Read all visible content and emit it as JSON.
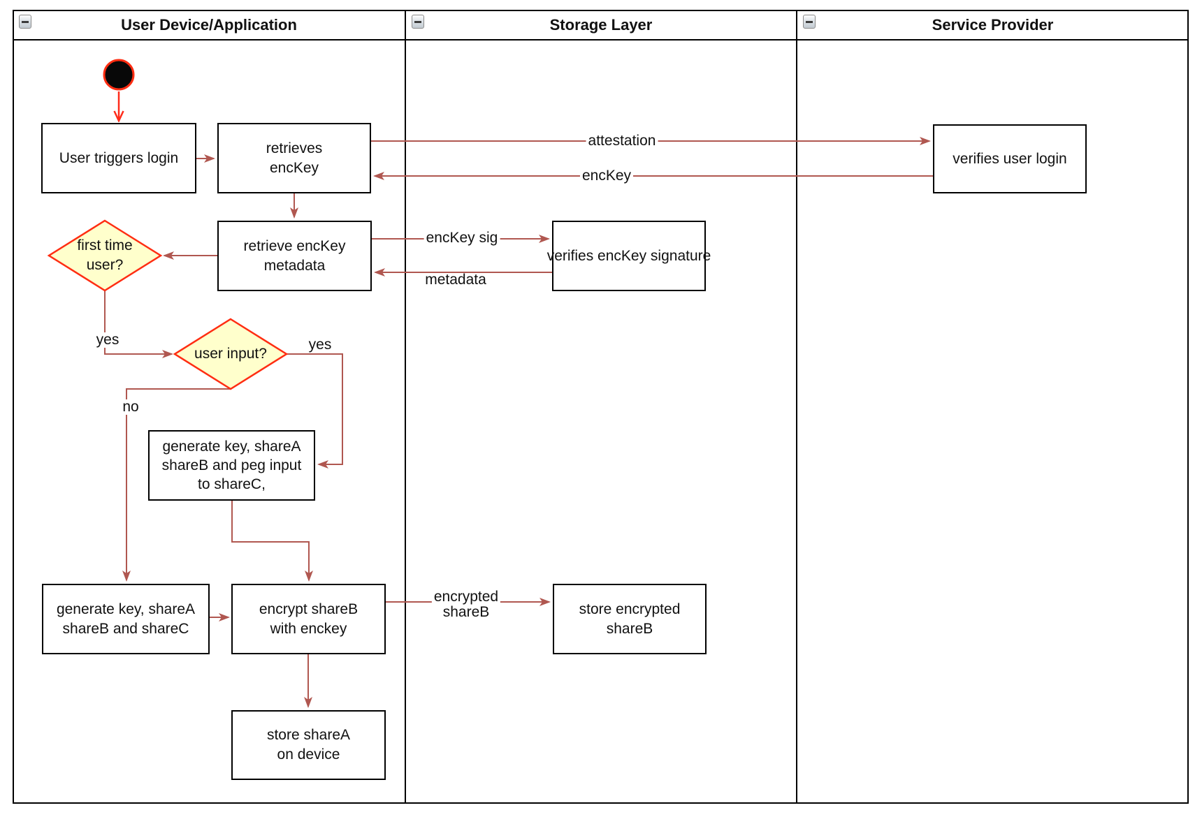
{
  "diagram": {
    "lanes": [
      {
        "title": "User Device/Application"
      },
      {
        "title": "Storage Layer"
      },
      {
        "title": "Service Provider"
      }
    ],
    "nodes": {
      "user_triggers_login": {
        "lines": [
          "User triggers login"
        ]
      },
      "retrieves_enckey": {
        "lines": [
          "retrieves",
          "encKey"
        ]
      },
      "retrieve_enckey_metadata": {
        "lines": [
          "retrieve encKey",
          "metadata"
        ]
      },
      "first_time_user": {
        "lines": [
          "first time",
          "user?"
        ]
      },
      "user_input": {
        "lines": [
          "user input?"
        ]
      },
      "generate_key_peg": {
        "lines": [
          "generate key, shareA",
          "shareB and peg input",
          "to shareC,"
        ]
      },
      "generate_key_abc": {
        "lines": [
          "generate key, shareA",
          "shareB and shareC"
        ]
      },
      "encrypt_shareb": {
        "lines": [
          "encrypt shareB",
          "with enckey"
        ]
      },
      "store_sharea": {
        "lines": [
          "store shareA",
          "on device"
        ]
      },
      "verifies_enckey_signature": {
        "lines": [
          "verifies encKey signature"
        ]
      },
      "store_encrypted_shareb": {
        "lines": [
          "store encrypted",
          "shareB"
        ]
      },
      "verifies_user_login": {
        "lines": [
          "verifies user login"
        ]
      }
    },
    "edge_labels": {
      "attestation": "attestation",
      "enckey": "encKey",
      "enckey_sig": "encKey sig",
      "metadata": "metadata",
      "encrypted_shareb_line1": "encrypted",
      "encrypted_shareb_line2": "shareB",
      "first_time_yes": "yes",
      "user_input_no": "no",
      "user_input_yes": "yes"
    },
    "colors": {
      "edge": "#b05750",
      "start_edge": "#ff2b1a",
      "decision_fill": "#ffffcc",
      "decision_stroke": "#ff2d12",
      "node_stroke": "#000000",
      "node_fill": "#ffffff",
      "start_fill": "#080808"
    }
  }
}
